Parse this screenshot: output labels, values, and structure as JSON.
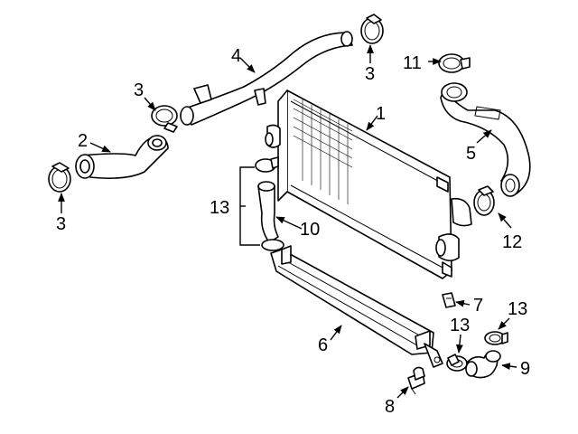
{
  "callouts": {
    "c1": "1",
    "c2": "2",
    "c3a": "3",
    "c3b": "3",
    "c3c": "3",
    "c4": "4",
    "c5": "5",
    "c6": "6",
    "c7": "7",
    "c8": "8",
    "c9": "9",
    "c10": "10",
    "c11": "11",
    "c12": "12",
    "c13a": "13",
    "c13b": "13",
    "c13c": "13"
  }
}
